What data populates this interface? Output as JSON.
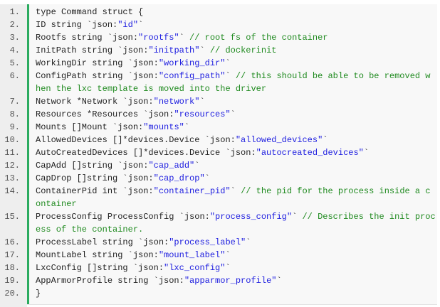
{
  "colors": {
    "string": "#2020e0",
    "comment": "#1f8a1f",
    "accent_bar": "#2bab5f"
  },
  "code_lines": [
    {
      "number": "1.",
      "segments": [
        {
          "type": "plain",
          "text": "type Command struct {"
        }
      ]
    },
    {
      "number": "2.",
      "segments": [
        {
          "type": "plain",
          "text": "ID string `json:"
        },
        {
          "type": "string",
          "text": "\"id\""
        },
        {
          "type": "plain",
          "text": "`"
        }
      ]
    },
    {
      "number": "3.",
      "segments": [
        {
          "type": "plain",
          "text": "Rootfs string `json:"
        },
        {
          "type": "string",
          "text": "\"rootfs\""
        },
        {
          "type": "plain",
          "text": "` "
        },
        {
          "type": "comment",
          "text": "// root fs of the container"
        }
      ]
    },
    {
      "number": "4.",
      "segments": [
        {
          "type": "plain",
          "text": "InitPath string `json:"
        },
        {
          "type": "string",
          "text": "\"initpath\""
        },
        {
          "type": "plain",
          "text": "` "
        },
        {
          "type": "comment",
          "text": "// dockerinit"
        }
      ]
    },
    {
      "number": "5.",
      "segments": [
        {
          "type": "plain",
          "text": "WorkingDir string `json:"
        },
        {
          "type": "string",
          "text": "\"working_dir\""
        },
        {
          "type": "plain",
          "text": "`"
        }
      ]
    },
    {
      "number": "6.",
      "segments": [
        {
          "type": "plain",
          "text": "ConfigPath string `json:"
        },
        {
          "type": "string",
          "text": "\"config_path\""
        },
        {
          "type": "plain",
          "text": "` "
        },
        {
          "type": "comment",
          "text": "// this should be able to be removed when the lxc template is moved into the driver"
        }
      ]
    },
    {
      "number": "7.",
      "segments": [
        {
          "type": "plain",
          "text": "Network *Network `json:"
        },
        {
          "type": "string",
          "text": "\"network\""
        },
        {
          "type": "plain",
          "text": "`"
        }
      ]
    },
    {
      "number": "8.",
      "segments": [
        {
          "type": "plain",
          "text": "Resources *Resources `json:"
        },
        {
          "type": "string",
          "text": "\"resources\""
        },
        {
          "type": "plain",
          "text": "`"
        }
      ]
    },
    {
      "number": "9.",
      "segments": [
        {
          "type": "plain",
          "text": "Mounts []Mount `json:"
        },
        {
          "type": "string",
          "text": "\"mounts\""
        },
        {
          "type": "plain",
          "text": "`"
        }
      ]
    },
    {
      "number": "10.",
      "segments": [
        {
          "type": "plain",
          "text": "AllowedDevices []*devices.Device `json:"
        },
        {
          "type": "string",
          "text": "\"allowed_devices\""
        },
        {
          "type": "plain",
          "text": "`"
        }
      ]
    },
    {
      "number": "11.",
      "segments": [
        {
          "type": "plain",
          "text": "AutoCreatedDevices []*devices.Device `json:"
        },
        {
          "type": "string",
          "text": "\"autocreated_devices\""
        },
        {
          "type": "plain",
          "text": "`"
        }
      ]
    },
    {
      "number": "12.",
      "segments": [
        {
          "type": "plain",
          "text": "CapAdd []string `json:"
        },
        {
          "type": "string",
          "text": "\"cap_add\""
        },
        {
          "type": "plain",
          "text": "`"
        }
      ]
    },
    {
      "number": "13.",
      "segments": [
        {
          "type": "plain",
          "text": "CapDrop []string `json:"
        },
        {
          "type": "string",
          "text": "\"cap_drop\""
        },
        {
          "type": "plain",
          "text": "`"
        }
      ]
    },
    {
      "number": "14.",
      "segments": [
        {
          "type": "plain",
          "text": "ContainerPid int `json:"
        },
        {
          "type": "string",
          "text": "\"container_pid\""
        },
        {
          "type": "plain",
          "text": "` "
        },
        {
          "type": "comment",
          "text": "// the pid for the process inside a container"
        }
      ]
    },
    {
      "number": "15.",
      "segments": [
        {
          "type": "plain",
          "text": "ProcessConfig ProcessConfig `json:"
        },
        {
          "type": "string",
          "text": "\"process_config\""
        },
        {
          "type": "plain",
          "text": "` "
        },
        {
          "type": "comment",
          "text": "// Describes the init process of the container."
        }
      ]
    },
    {
      "number": "16.",
      "segments": [
        {
          "type": "plain",
          "text": "ProcessLabel string `json:"
        },
        {
          "type": "string",
          "text": "\"process_label\""
        },
        {
          "type": "plain",
          "text": "`"
        }
      ]
    },
    {
      "number": "17.",
      "segments": [
        {
          "type": "plain",
          "text": "MountLabel string `json:"
        },
        {
          "type": "string",
          "text": "\"mount_label\""
        },
        {
          "type": "plain",
          "text": "`"
        }
      ]
    },
    {
      "number": "18.",
      "segments": [
        {
          "type": "plain",
          "text": "LxcConfig []string `json:"
        },
        {
          "type": "string",
          "text": "\"lxc_config\""
        },
        {
          "type": "plain",
          "text": "`"
        }
      ]
    },
    {
      "number": "19.",
      "segments": [
        {
          "type": "plain",
          "text": "AppArmorProfile string `json:"
        },
        {
          "type": "string",
          "text": "\"apparmor_profile\""
        },
        {
          "type": "plain",
          "text": "`"
        }
      ]
    },
    {
      "number": "20.",
      "segments": [
        {
          "type": "plain",
          "text": "}"
        }
      ]
    }
  ]
}
